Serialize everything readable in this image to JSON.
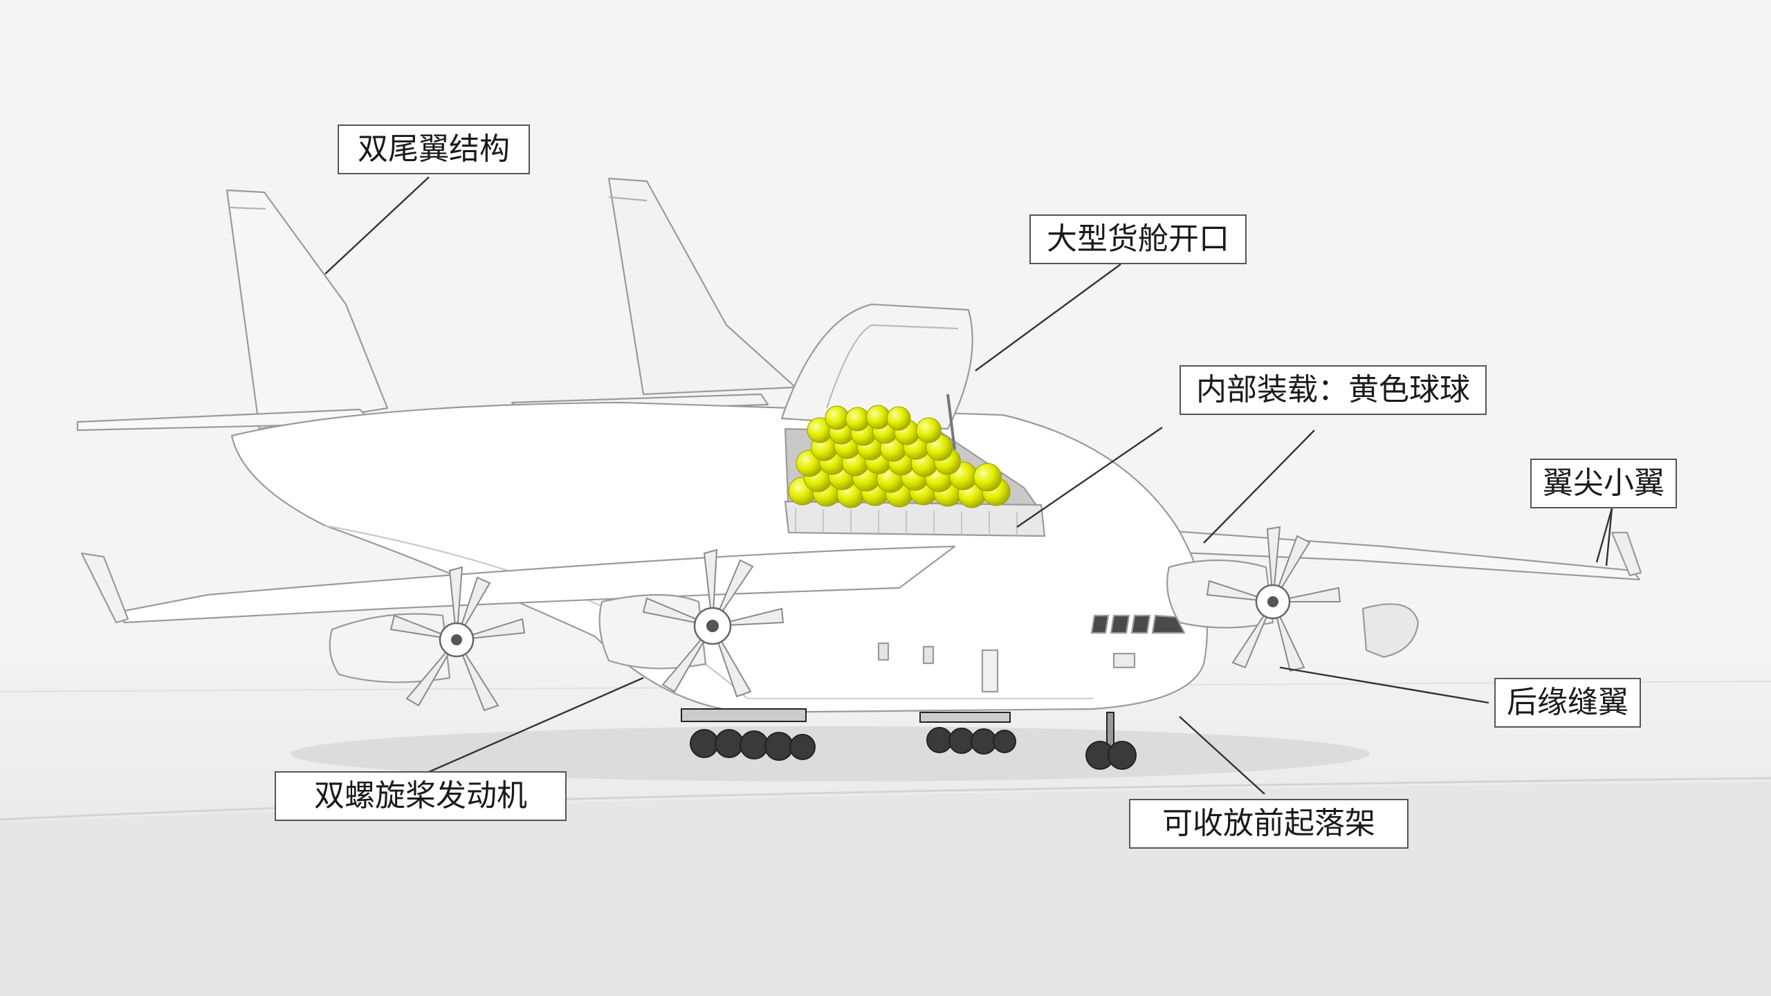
{
  "labels": {
    "twin_tail": "双尾翼结构",
    "cargo_door": "大型货舱开口",
    "interior_load": "内部装载：黄色球球",
    "winglet": "翼尖小翼",
    "trailing_flap": "后缘缝翼",
    "twin_prop_engine": "双螺旋桨发动机",
    "nose_gear": "可收放前起落架"
  },
  "colors": {
    "background": "#f4f4f4",
    "ground": "#e9e9e9",
    "airframe": "#ffffff",
    "outline": "#9a9a9a",
    "cargo_balls": "#e8f000",
    "label_border": "#555555"
  }
}
